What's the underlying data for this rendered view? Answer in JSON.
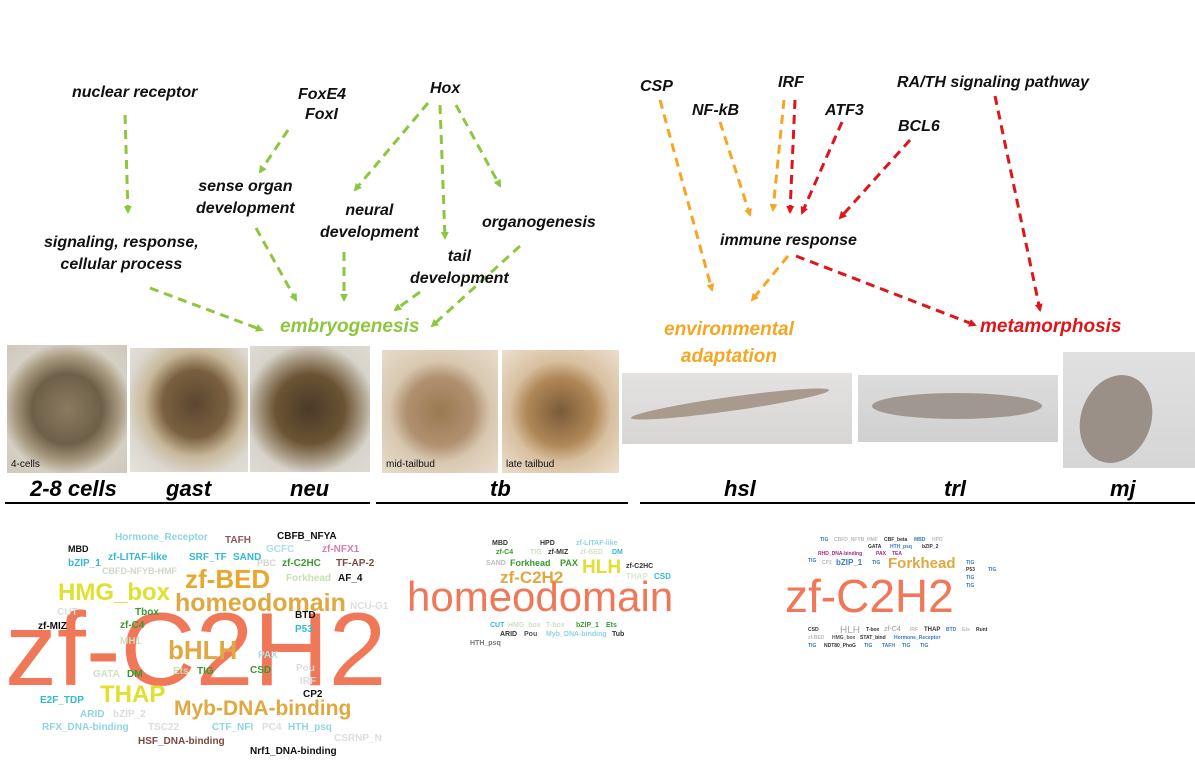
{
  "regulators": {
    "nuclear_receptor": "nuclear receptor",
    "foxe4": "FoxE4",
    "foxl": "FoxI",
    "hox": "Hox",
    "csp": "CSP",
    "nfkb": "NF-kB",
    "irf": "IRF",
    "atf3": "ATF3",
    "bcl6": "BCL6",
    "rath": "RA/TH signaling pathway"
  },
  "processes": {
    "signaling": [
      "signaling, response,",
      "cellular process"
    ],
    "sense_organ": [
      "sense organ",
      "development"
    ],
    "neural": [
      "neural",
      "development"
    ],
    "tail": [
      "tail",
      "development"
    ],
    "organogenesis": "organogenesis",
    "immune": "immune response",
    "embryogenesis": "embryogenesis",
    "environmental": [
      "environmental",
      "adaptation"
    ],
    "metamorphosis": "metamorphosis"
  },
  "colors": {
    "green": "#8dc63f",
    "orange": "#f5a623",
    "red": "#e0151a",
    "cloud_main": "#f07858"
  },
  "photos": {
    "four_cells": "4-cells",
    "mid_tailbud": "mid-tailbud",
    "late_tailbud": "late tailbud"
  },
  "stages": [
    "2-8 cells",
    "gast",
    "neu",
    "tb",
    "hsl",
    "trl",
    "mj"
  ],
  "cloud1": [
    "Hormone_Receptor",
    "TAFH",
    "CBFB_NFYA",
    "MBD",
    "zf-LITAF-like",
    "SRF_TF",
    "SAND",
    "GCFC",
    "zf-NFX1",
    "bZIP_1",
    "CBFD-NFYB-HMF",
    "PBC",
    "zf-C2HC",
    "TF-AP-2",
    "zf-BED",
    "Forkhead",
    "AF_4",
    "HMG_box",
    "homeodomain",
    "NCU-G1",
    "CUT",
    "Tbox",
    "zf-MIZ",
    "zf-C4",
    "BTD",
    "P53",
    "zf-C2H2",
    "MH1",
    "bHLH",
    "PAX",
    "Ets",
    "TIG",
    "CSD",
    "Pou",
    "GATA",
    "DM",
    "IRF",
    "THAP",
    "CP2",
    "E2F_TDP",
    "Myb-DNA-binding",
    "ARID",
    "bZIP_2",
    "RFX_DNA-binding",
    "TSC22",
    "CTF_NFI",
    "PC4",
    "HTH_psq",
    "CSRNP_N",
    "HSF_DNA-binding",
    "Nrf1_DNA-binding"
  ],
  "cloud2": [
    "MBD",
    "HPD",
    "zf-LITAF-like",
    "zf-C4",
    "TIG",
    "zf-MIZ",
    "zf-BED",
    "DM",
    "SAND",
    "Forkhead",
    "PAX",
    "HLH",
    "zf-C2HC",
    "zf-C2H2",
    "THAP",
    "CSD",
    "homeodomain",
    "CUT",
    "HMG_box",
    "T-box",
    "bZIP_1",
    "Ets",
    "ARID",
    "Pou",
    "Myb_DNA-binding",
    "Tub",
    "HTH_psq"
  ],
  "cloud3": [
    "TIG",
    "CBFD_NFYB_HMF",
    "CBF_beta",
    "MBD",
    "HPD",
    "GATA",
    "HTH_psq",
    "bZIP_2",
    "RHD_DNA-binding",
    "PAX",
    "TEA",
    "TIG",
    "CP2",
    "bZIP_1",
    "TIG",
    "Forkhead",
    "TIG",
    "HLH",
    "P53",
    "zf-C2H2",
    "CSD",
    "TIG",
    "T-box",
    "zf-C4",
    "IRF",
    "THAP",
    "BTD",
    "Ets",
    "Runt",
    "TIG",
    "TIG",
    "zf-BED",
    "HMG_box",
    "STAT_bind",
    "Hormone_Receptor",
    "TIG",
    "NDT80_PhoG",
    "TIG",
    "TAFH",
    "TIG",
    "TIG"
  ]
}
